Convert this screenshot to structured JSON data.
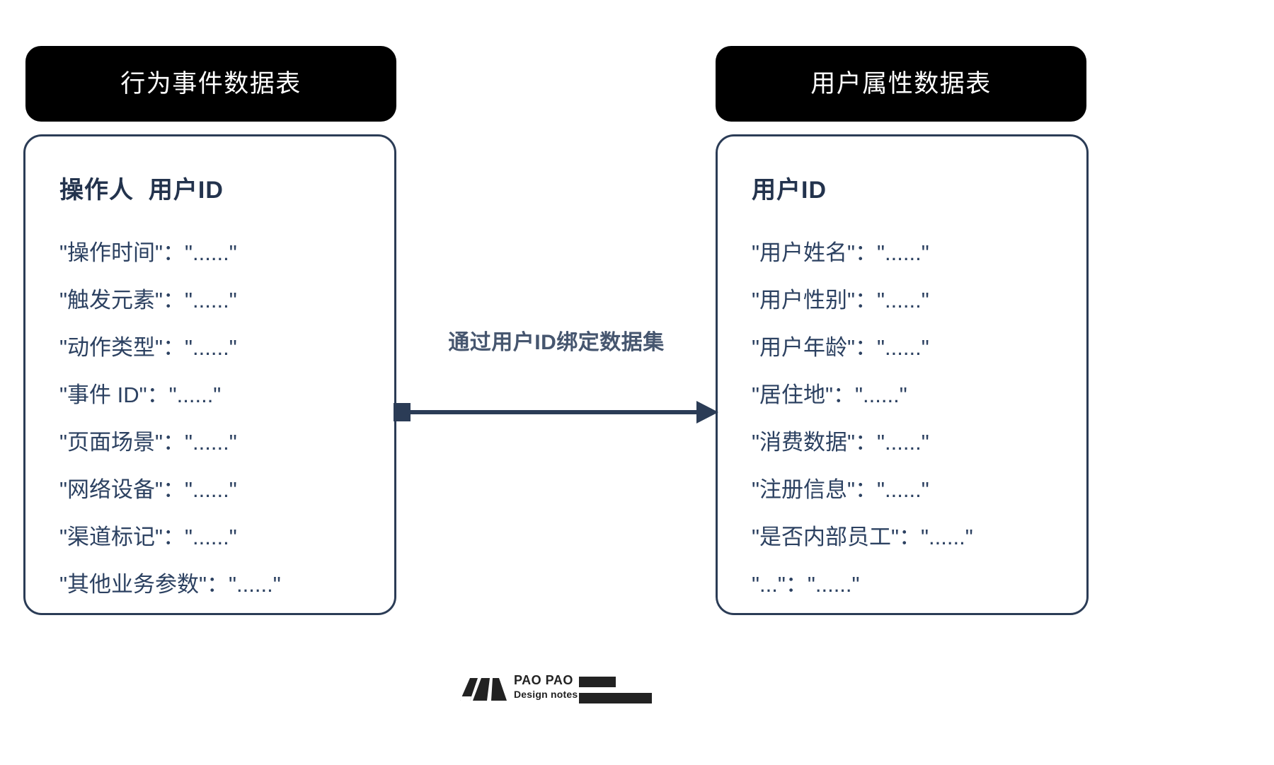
{
  "diagram": {
    "left_table": {
      "header": "行为事件数据表",
      "title": "操作人  用户ID",
      "fields": [
        "\"操作时间\"：\"......\"",
        "\"触发元素\"：\"......\"",
        "\"动作类型\"：\"......\"",
        "\"事件 ID\"：\"......\"",
        "\"页面场景\"：\"......\"",
        "\"网络设备\"：\"......\"",
        "\"渠道标记\"：\"......\"",
        "\"其他业务参数\"：\"......\""
      ]
    },
    "right_table": {
      "header": "用户属性数据表",
      "title": "用户ID",
      "fields": [
        "\"用户姓名\"：\"......\"",
        "\"用户性别\"：\"......\"",
        "\"用户年龄\"：\"......\"",
        "\"居住地\"：\"......\"",
        "\"消费数据\"：\"......\"",
        "\"注册信息\"：\"......\"",
        "\"是否内部员工\"：\"......\"",
        "\"...\"：\"......\""
      ]
    },
    "connector": {
      "label": "通过用户ID绑定数据集",
      "direction": "left-to-right",
      "start_marker": "square",
      "end_marker": "arrowhead"
    },
    "watermark": {
      "title": "PAO PAO",
      "subtitle": "Design notes"
    },
    "colors": {
      "header_background": "#000000",
      "header_text": "#ffffff",
      "card_border": "#2b3c56",
      "card_title_text": "#23334d",
      "field_text": "#2c4161",
      "connector": "#2b3c56",
      "connector_label_text": "#46566f",
      "page_background": "#ffffff"
    }
  }
}
